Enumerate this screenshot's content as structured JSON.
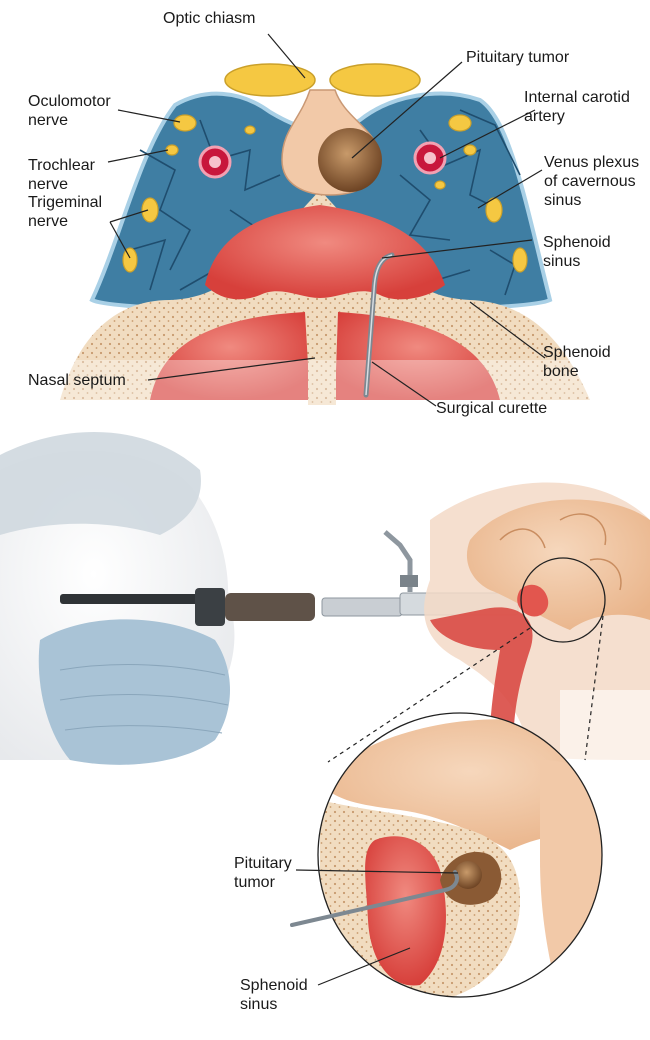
{
  "labels": {
    "optic_chiasm": "Optic chiasm",
    "pituitary_tumor_top": "Pituitary tumor",
    "oculomotor_nerve": "Oculomotor\nnerve",
    "internal_carotid_artery": "Internal carotid\nartery",
    "trochlear_nerve": "Trochlear\nnerve",
    "venus_plexus": "Venus plexus\nof cavernous\nsinus",
    "trigeminal_nerve": "Trigeminal\nnerve",
    "sphenoid_sinus_top": "Sphenoid\nsinus",
    "sphenoid_bone": "Sphenoid\nbone",
    "nasal_septum": "Nasal septum",
    "surgical_curette": "Surgical curette",
    "pituitary_tumor_bottom": "Pituitary\ntumor",
    "sphenoid_sinus_bottom": "Sphenoid\nsinus"
  },
  "colors": {
    "venous_plexus": "#3f7ea3",
    "bone": "#f1dcc0",
    "sinus": "#e2564e",
    "nerve": "#f5c842",
    "artery": "#c8173c",
    "skin": "#f3d9c7",
    "brain": "#f2c9a8",
    "mask": "#a9c3d6"
  }
}
